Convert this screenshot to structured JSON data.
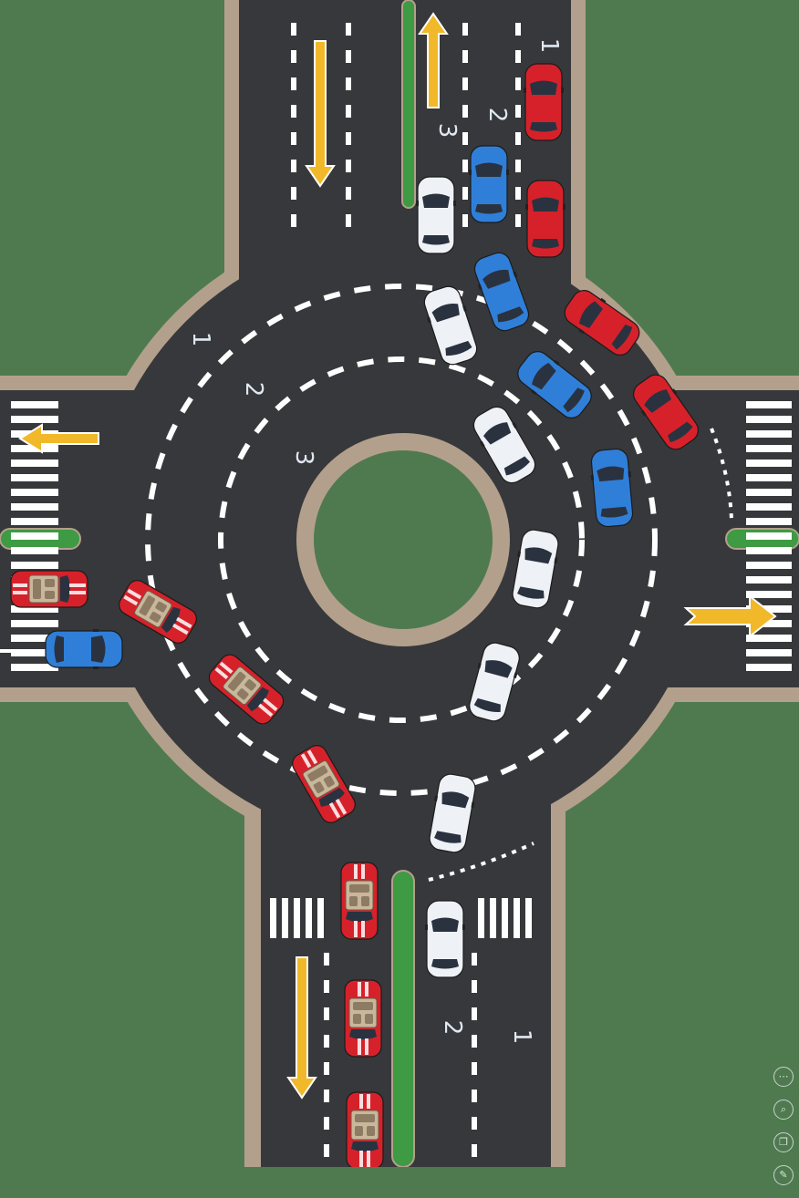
{
  "lanes": {
    "north_entry": [
      "3",
      "2",
      "1"
    ],
    "ring": [
      "1",
      "2",
      "3"
    ],
    "south_entry": [
      "2",
      "1"
    ]
  },
  "colors": {
    "grass": "#4f7a50",
    "asphalt": "#37383b",
    "curb": "#b3a08c",
    "median": "#3e9a43",
    "arrow": "#f1b82a",
    "car_red": "#d7212a",
    "car_blue": "#2f7fd9",
    "car_white": "#eef1f5"
  },
  "arrows": [
    {
      "id": "north-in-arrow",
      "direction": "down"
    },
    {
      "id": "north-out-arrow",
      "direction": "up"
    },
    {
      "id": "west-out-arrow",
      "direction": "left"
    },
    {
      "id": "east-out-arrow",
      "direction": "right"
    },
    {
      "id": "south-in-arrow",
      "direction": "down"
    }
  ],
  "side_controls": [
    {
      "icon": "more-icon",
      "glyph": "⋯"
    },
    {
      "icon": "search-icon",
      "glyph": "⌕"
    },
    {
      "icon": "copy-icon",
      "glyph": "❐"
    },
    {
      "icon": "edit-icon",
      "glyph": "✎"
    }
  ]
}
